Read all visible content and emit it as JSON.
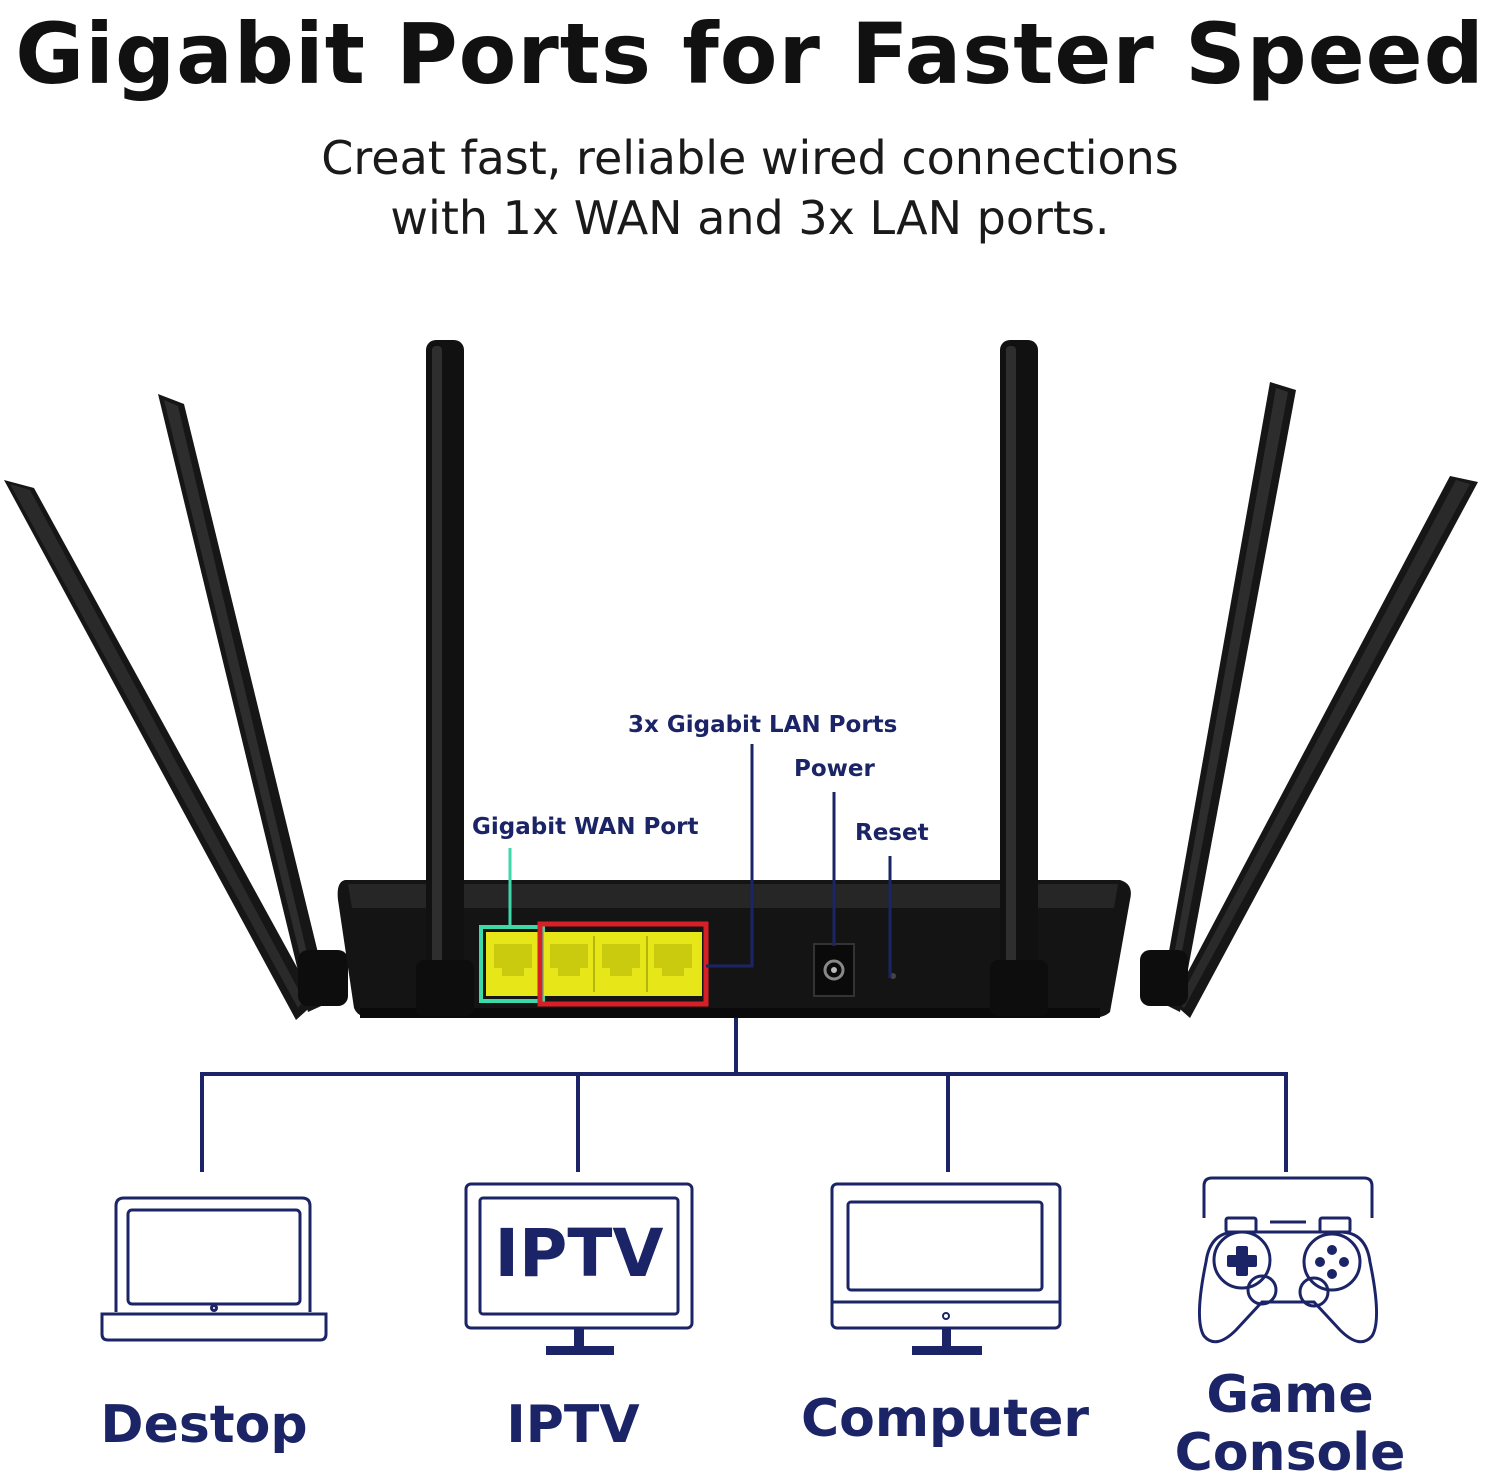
{
  "heading": {
    "title": "Gigabit Ports for Faster Speed",
    "subtitle_line1": "Creat fast, reliable wired connections",
    "subtitle_line2": "with 1x WAN and 3x LAN ports."
  },
  "callouts": {
    "wan": "Gigabit WAN Port",
    "lan": "3x Gigabit LAN Ports",
    "power": "Power",
    "reset": "Reset"
  },
  "devices": {
    "desktop": "Destop",
    "iptv": "IPTV",
    "iptv_screen": "IPTV",
    "computer": "Computer",
    "game_line1": "Game",
    "game_line2": "Console"
  },
  "colors": {
    "navy": "#1b2466",
    "wan_highlight": "#3dd9a8",
    "lan_highlight": "#d81f26",
    "port_yellow": "#e6e619",
    "router_body": "#141414"
  }
}
